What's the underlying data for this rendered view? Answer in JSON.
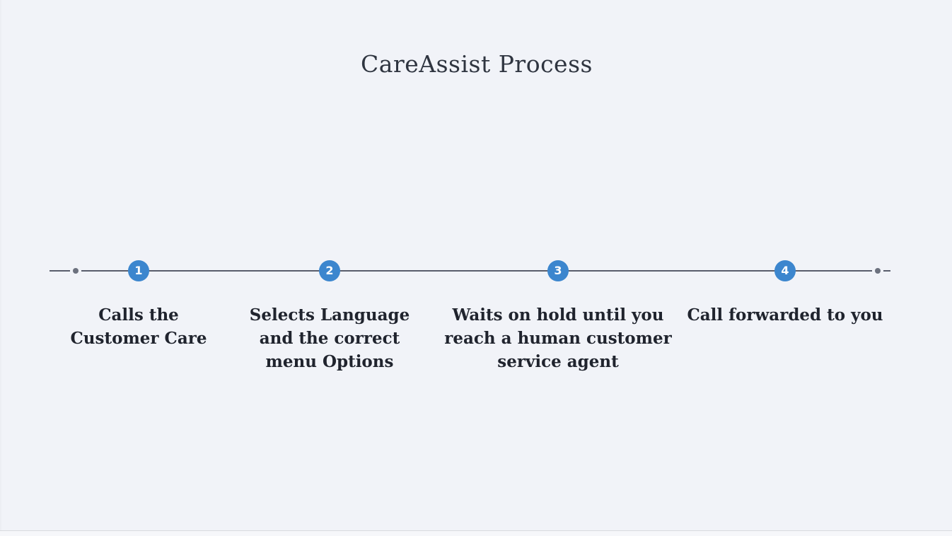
{
  "title": "CareAssist Process",
  "colors": {
    "background": "#f1f3f8",
    "accent_circle": "#3c86ce",
    "line": "#585d6b",
    "end_dot": "#6c717e",
    "text": "#20242e"
  },
  "timeline": {
    "steps": [
      {
        "number": "1",
        "lines": [
          "Calls the",
          "Customer Care"
        ]
      },
      {
        "number": "2",
        "lines": [
          "Selects Language",
          "and the correct",
          "menu Options"
        ]
      },
      {
        "number": "3",
        "lines": [
          "Waits on hold until you",
          "reach a human customer",
          "service agent"
        ]
      },
      {
        "number": "4",
        "lines": [
          "Call forwarded to you"
        ]
      }
    ]
  }
}
